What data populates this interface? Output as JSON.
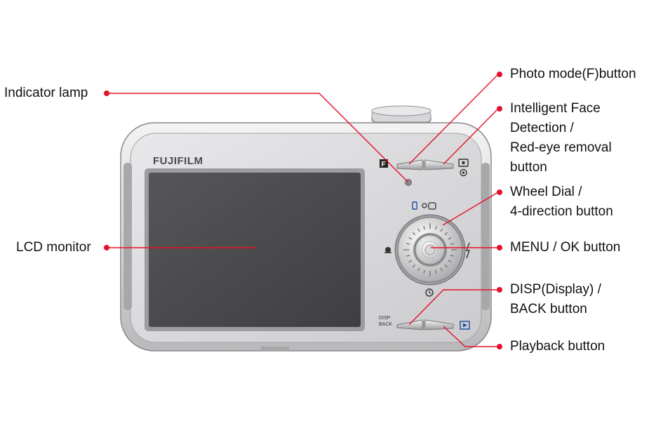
{
  "camera": {
    "brand": "FUJIFILM",
    "disp_button_text": [
      "DISP",
      "BACK"
    ]
  },
  "callouts": {
    "indicator_lamp": "Indicator lamp",
    "lcd_monitor": "LCD monitor",
    "photo_mode_button": "Photo mode(F)button",
    "face_detection_button": [
      "Intelligent Face",
      "Detection /",
      "Red-eye removal",
      "button"
    ],
    "wheel_dial": [
      "Wheel Dial /",
      "4-direction button"
    ],
    "menu_ok_button": "MENU / OK button",
    "disp_back_button": [
      "DISP(Display) /",
      "BACK button"
    ],
    "playback_button": "Playback button"
  },
  "colors": {
    "callout_line": "#e3122a",
    "callout_dot": "#e3122a",
    "body_silver": "#cfcfd1",
    "lcd": "#4b4b4d"
  }
}
